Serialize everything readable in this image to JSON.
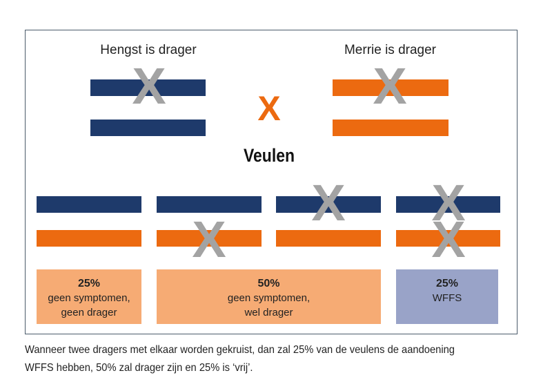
{
  "parents": {
    "stallion_label": "Hengst is drager",
    "mare_label": "Merrie is drager",
    "cross_symbol": "X"
  },
  "gene_mark": "X",
  "offspring_heading": "Veulen",
  "results": [
    {
      "percent": "25%",
      "line1": "geen symptomen,",
      "line2": "geen drager"
    },
    {
      "percent": "50%",
      "line1": "geen symptomen,",
      "line2": "wel drager"
    },
    {
      "percent": "25%",
      "line1": "WFFS",
      "line2": ""
    }
  ],
  "caption": {
    "line1": "Wanneer twee dragers met elkaar worden gekruist, dan zal 25% van de veulens de aandoening",
    "line2": "WFFS hebben, 50% zal drager zijn en 25% is ‘vrij’."
  },
  "colors": {
    "navy": "#1e3a6b",
    "orange": "#ec6a10",
    "light_orange": "#f6ab74",
    "lavender": "#99a3c8",
    "gray_mark": "#a3a3a3"
  }
}
